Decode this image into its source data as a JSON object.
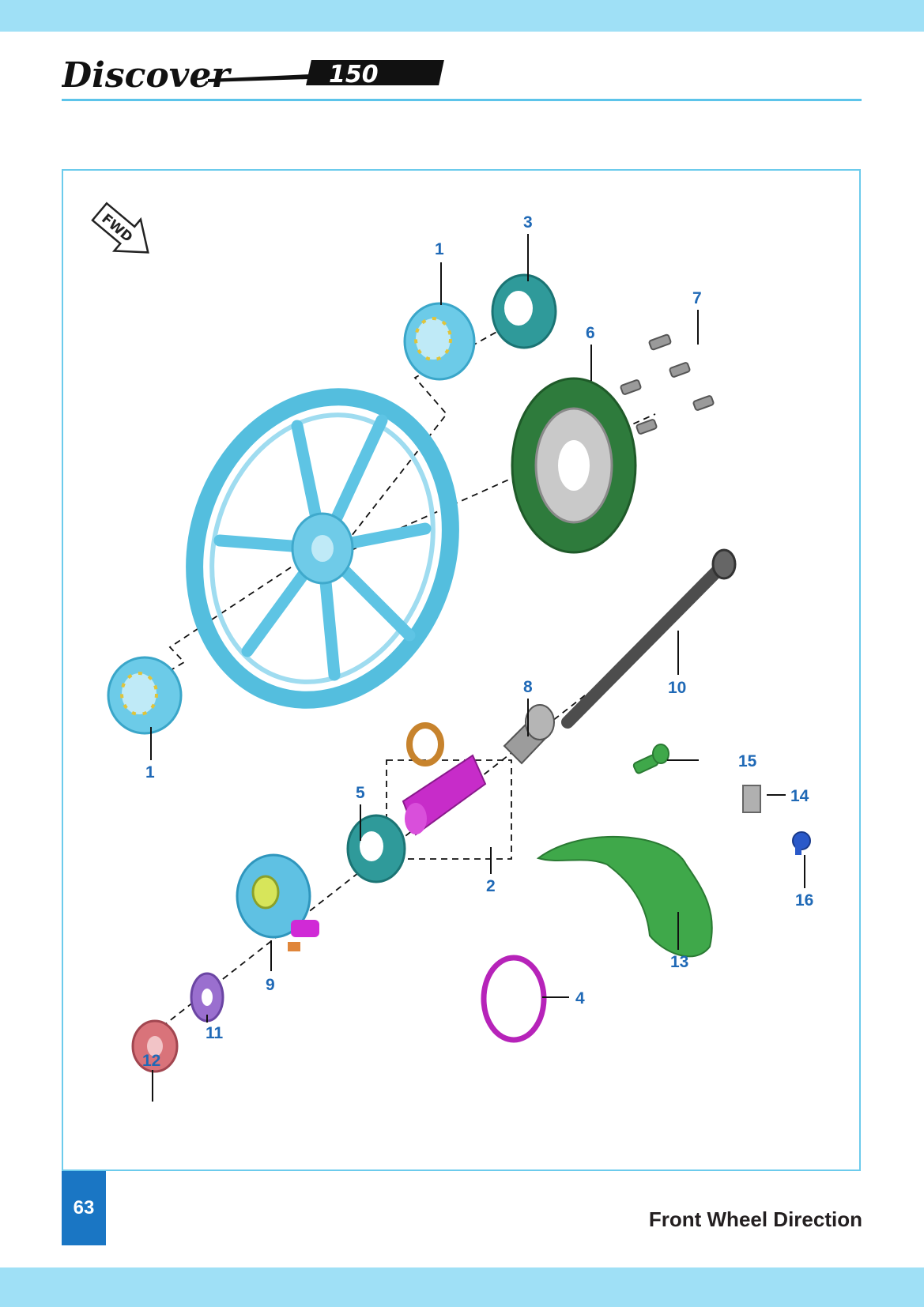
{
  "header": {
    "brand_text": "Discover",
    "model_number": "150"
  },
  "diagram": {
    "fwd_label": "FWD",
    "callouts": {
      "c1_top": "1",
      "c1_left": "1",
      "c2": "2",
      "c3": "3",
      "c4": "4",
      "c5": "5",
      "c6": "6",
      "c7": "7",
      "c8": "8",
      "c9": "9",
      "c10": "10",
      "c11": "11",
      "c12": "12",
      "c13": "13",
      "c14": "14",
      "c15": "15",
      "c16": "16"
    }
  },
  "footer": {
    "page_number": "63",
    "caption": "Front Wheel Direction"
  },
  "colors": {
    "accent_band": "#9fe0f6",
    "header_rule": "#5cc4ea",
    "callout_text": "#1f69b6",
    "page_badge": "#1a76c4"
  }
}
